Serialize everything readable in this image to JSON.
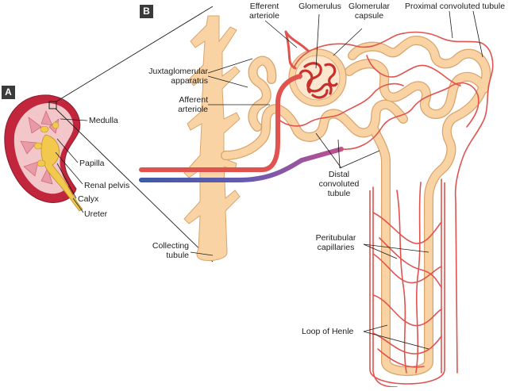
{
  "panels": {
    "a": "A",
    "b": "B"
  },
  "kidney_labels": {
    "medulla": "Medulla",
    "papilla": "Papilla",
    "renal_pelvis": "Renal pelvis",
    "calyx": "Calyx",
    "ureter": "Ureter"
  },
  "nephron_labels": {
    "efferent_arteriole": [
      "Efferent",
      "arteriole"
    ],
    "glomerulus": "Glomerulus",
    "glomerular_capsule": [
      "Glomerular",
      "capsule"
    ],
    "proximal_convoluted_tubule": "Proximal convoluted tubule",
    "juxtaglomerular_apparatus": [
      "Juxtaglomerular",
      "apparatus"
    ],
    "afferent_arteriole": [
      "Afferent",
      "arteriole"
    ],
    "distal_convoluted_tubule": [
      "Distal",
      "convoluted",
      "tubule"
    ],
    "collecting_tubule": [
      "Collecting",
      "tubule"
    ],
    "peritubular_capillaries": [
      "Peritubular",
      "capillaries"
    ],
    "loop_of_henle": "Loop of Henle"
  },
  "colors": {
    "tubule_fill": "#f9d3a3",
    "tubule_edge": "#d9a46c",
    "vessel": "#e0534f",
    "vessel_dark": "#c9302c",
    "vein": "#3d5aa8",
    "kidney_cortex": "#c1263d",
    "kidney_inner": "#f3c7c9",
    "pelvis": "#f2c94c",
    "panel_box": "#3a3a3a"
  }
}
